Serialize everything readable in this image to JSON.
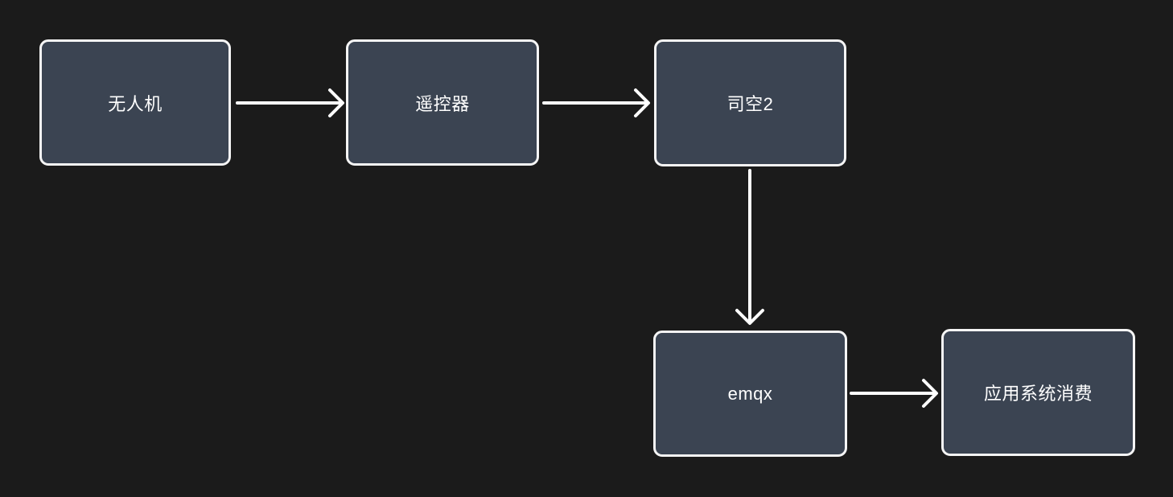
{
  "diagram": {
    "title": "drone-data-flow-diagram",
    "nodes": [
      {
        "id": "drone",
        "label": "无人机"
      },
      {
        "id": "remote",
        "label": "遥控器"
      },
      {
        "id": "sikong2",
        "label": "司空2"
      },
      {
        "id": "emqx",
        "label": "emqx"
      },
      {
        "id": "app-consume",
        "label": "应用系统消费"
      }
    ],
    "edges": [
      {
        "from": "drone",
        "to": "remote",
        "direction": "right"
      },
      {
        "from": "remote",
        "to": "sikong2",
        "direction": "right"
      },
      {
        "from": "sikong2",
        "to": "emqx",
        "direction": "down"
      },
      {
        "from": "emqx",
        "to": "app-consume",
        "direction": "right"
      }
    ],
    "colors": {
      "background": "#1b1b1b",
      "node_fill": "#3b4452",
      "node_border": "#f5f5f5",
      "text": "#ffffff",
      "arrow": "#ffffff"
    }
  }
}
